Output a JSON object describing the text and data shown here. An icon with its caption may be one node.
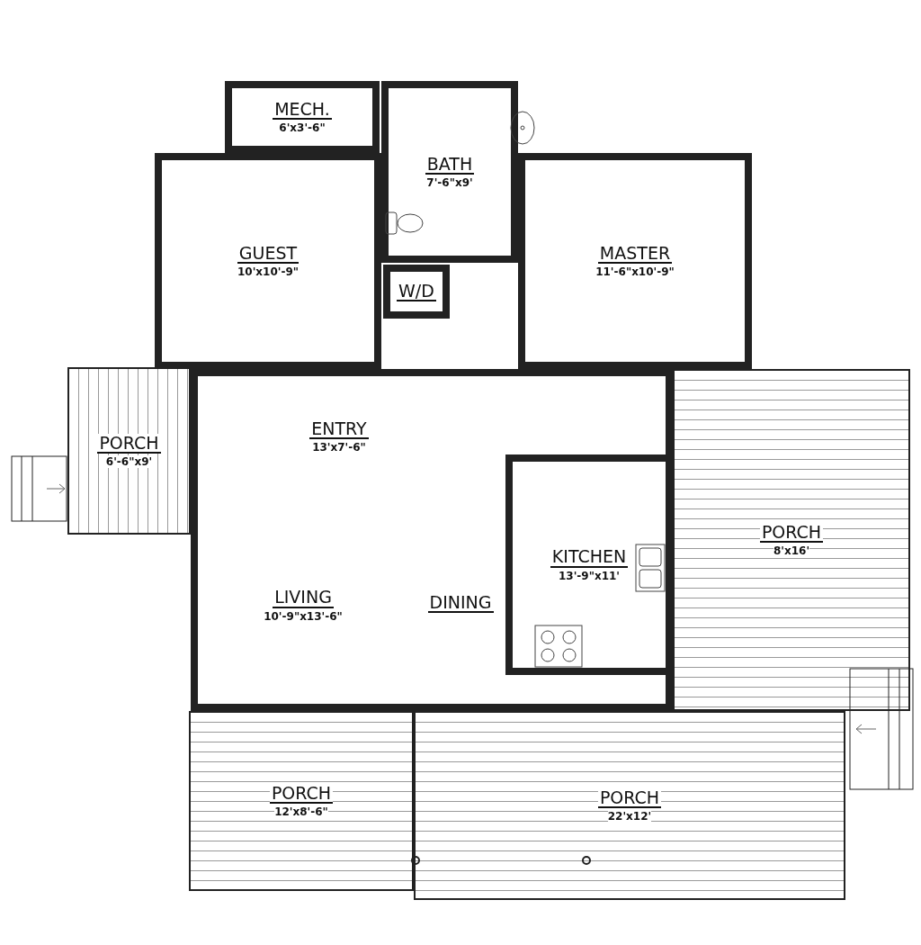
{
  "diagram": {
    "nodes": [
      {
        "text": [
          "MECH.",
          "6'x3'-6\""
        ]
      },
      {
        "text": [
          "BATH",
          "7'-6\"x9'"
        ]
      },
      {
        "text": [
          "GUEST",
          "10'x10'-9\""
        ]
      },
      {
        "text": [
          "MASTER",
          "11'-6\"x10'-9\""
        ]
      },
      {
        "text": [
          "W/D"
        ]
      },
      {
        "text": [
          "ENTRY",
          "13'x7'-6\""
        ]
      },
      {
        "text": [
          "PORCH",
          "6'-6\"x9'"
        ]
      },
      {
        "text": [
          "LIVING",
          "10'-9\"x13'-6\""
        ]
      },
      {
        "text": [
          "DINING"
        ]
      },
      {
        "text": [
          "KITCHEN",
          "13'-9\"x11'"
        ]
      },
      {
        "text": [
          "PORCH",
          "8'x16'"
        ]
      },
      {
        "text": [
          "PORCH",
          "12'x8'-6\""
        ]
      },
      {
        "text": [
          "PORCH",
          "22'x12'"
        ]
      }
    ],
    "edges": []
  }
}
